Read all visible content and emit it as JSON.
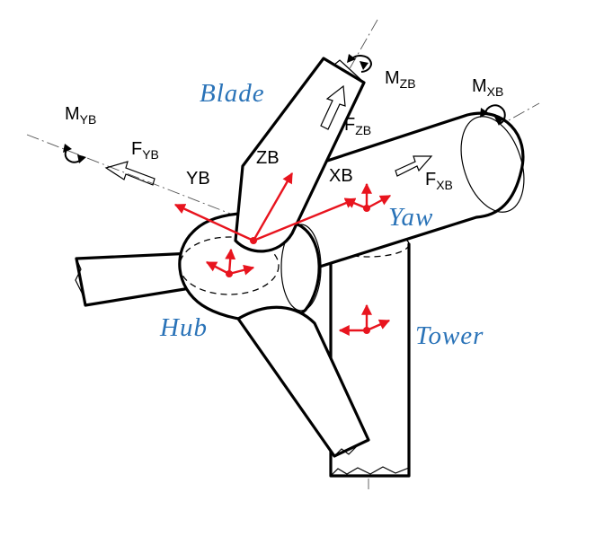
{
  "captions": {
    "blade": "Blade",
    "hub": "Hub",
    "yaw": "Yaw",
    "tower": "Tower"
  },
  "labels": {
    "m_zb": {
      "main": "M",
      "sub": "ZB"
    },
    "m_xb": {
      "main": "M",
      "sub": "XB"
    },
    "m_yb": {
      "main": "M",
      "sub": "YB"
    },
    "f_zb": {
      "main": "F",
      "sub": "ZB"
    },
    "f_yb": {
      "main": "F",
      "sub": "YB"
    },
    "f_xb": {
      "main": "F",
      "sub": "XB"
    },
    "axis_yb": "YB",
    "axis_zb": "ZB",
    "axis_xb": "XB"
  },
  "colors": {
    "outline": "#000000",
    "axes": "#e8141e",
    "caption": "#2a73b8",
    "background": "#ffffff"
  }
}
